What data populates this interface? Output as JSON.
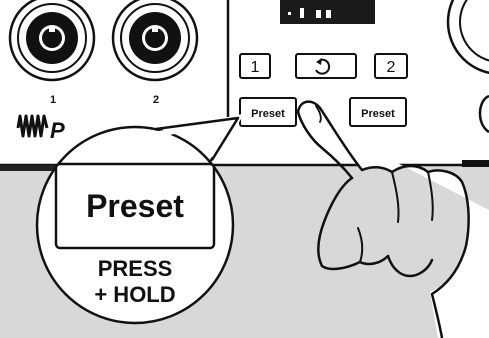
{
  "inputs": {
    "input1": "1",
    "input2": "2"
  },
  "brand": {
    "logo_text": "P"
  },
  "buttons": {
    "b1": "1",
    "b2": "2",
    "preset_left": "Preset",
    "preset_right": "Preset"
  },
  "callout": {
    "preset_label": "Preset",
    "press_line1": "PRESS",
    "press_line2": "+ HOLD"
  },
  "colors": {
    "device_body": "#ffffff",
    "desk": "#d8d8d8",
    "outline": "#111111",
    "display": "#1a1a1a"
  }
}
